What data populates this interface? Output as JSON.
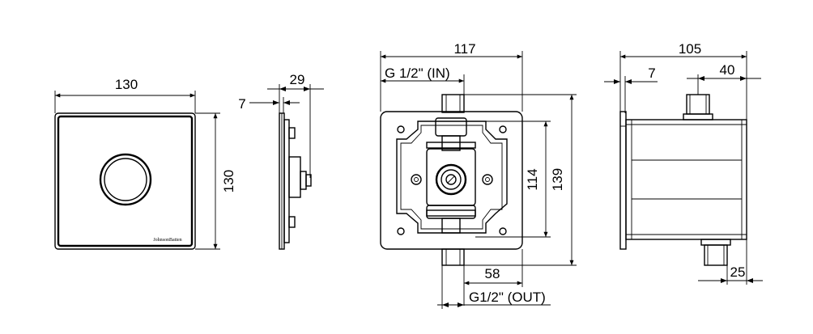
{
  "front_view": {
    "width_label": "130",
    "height_label": "130",
    "brand": "JohnsonBatten"
  },
  "side_view": {
    "depth_label": "29",
    "plate_label": "7"
  },
  "box_view": {
    "width_label": "117",
    "inlet_label": "G 1/2\" (IN)",
    "inner_height_label": "114",
    "outer_height_label": "139",
    "offset_label": "58",
    "outlet_label": "G1/2\" (OUT)"
  },
  "right_view": {
    "depth_label": "105",
    "plate_label": "7",
    "inlet_offset_label": "40",
    "outlet_offset_label": "25"
  }
}
